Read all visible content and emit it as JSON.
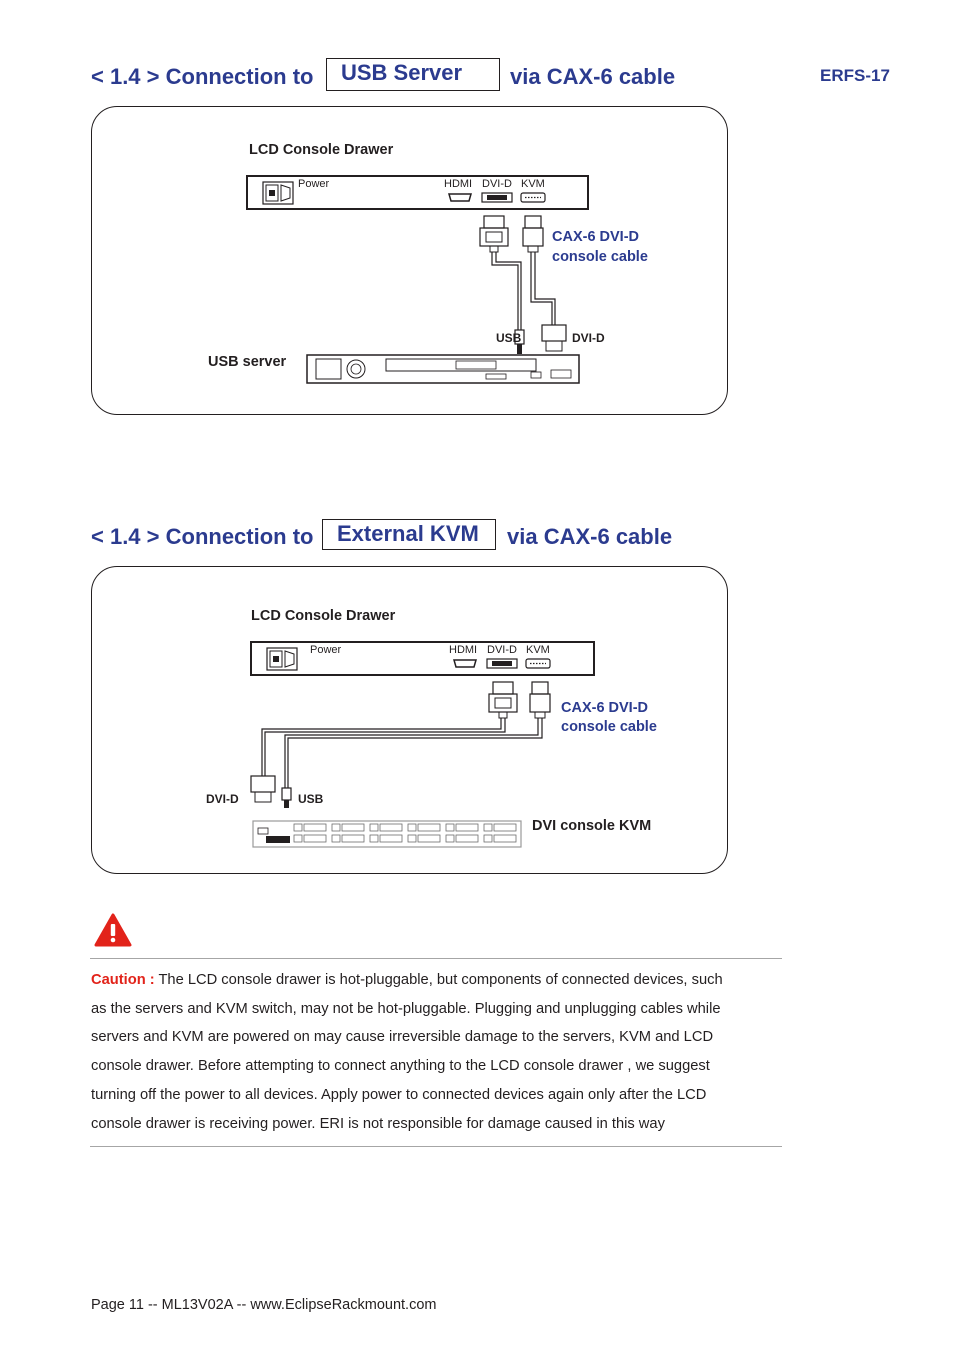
{
  "header": {
    "doc_code": "ERFS-17"
  },
  "section1": {
    "title_prefix": "< 1.4 > Connection to",
    "title_box": "USB Server",
    "title_suffix": "via CAX-6 cable",
    "drawer_label": "LCD Console Drawer",
    "port_power": "Power",
    "port_hdmi": "HDMI",
    "port_dvid": "DVI-D",
    "port_kvm": "KVM",
    "cable_line1": "CAX-6 DVI-D",
    "cable_line2": "console cable",
    "server_usb": "USB",
    "server_dvid": "DVI-D",
    "device_label": "USB server"
  },
  "section2": {
    "title_prefix": "< 1.4 > Connection to",
    "title_box": "External KVM",
    "title_suffix": "via CAX-6 cable",
    "drawer_label": "LCD Console Drawer",
    "port_power": "Power",
    "port_hdmi": "HDMI",
    "port_dvid": "DVI-D",
    "port_kvm": "KVM",
    "cable_line1": "CAX-6 DVI-D",
    "cable_line2": "console cable",
    "kvm_dvid": "DVI-D",
    "kvm_usb": "USB",
    "device_label": "DVI console KVM"
  },
  "caution": {
    "label": "Caution :",
    "lines": [
      " The LCD console drawer is hot-pluggable, but components of connected devices, such",
      "as the servers and KVM switch, may not be hot-pluggable. Plugging and unplugging cables while",
      "servers and KVM are powered on may cause irreversible damage to the servers, KVM and LCD",
      "console drawer.  Before attempting to connect anything to the LCD console drawer    , we suggest",
      "turning off the power to all devices.  Apply power to connected devices again only after the LCD",
      "console drawer is receiving power. ERI is not responsible for damage caused in this way"
    ],
    "warning_icon": "warning-triangle-icon",
    "warning_color": "#e2231a"
  },
  "footer": {
    "text": "Page 11 -- ML13V02A -- www.EclipseRackmount.com"
  }
}
